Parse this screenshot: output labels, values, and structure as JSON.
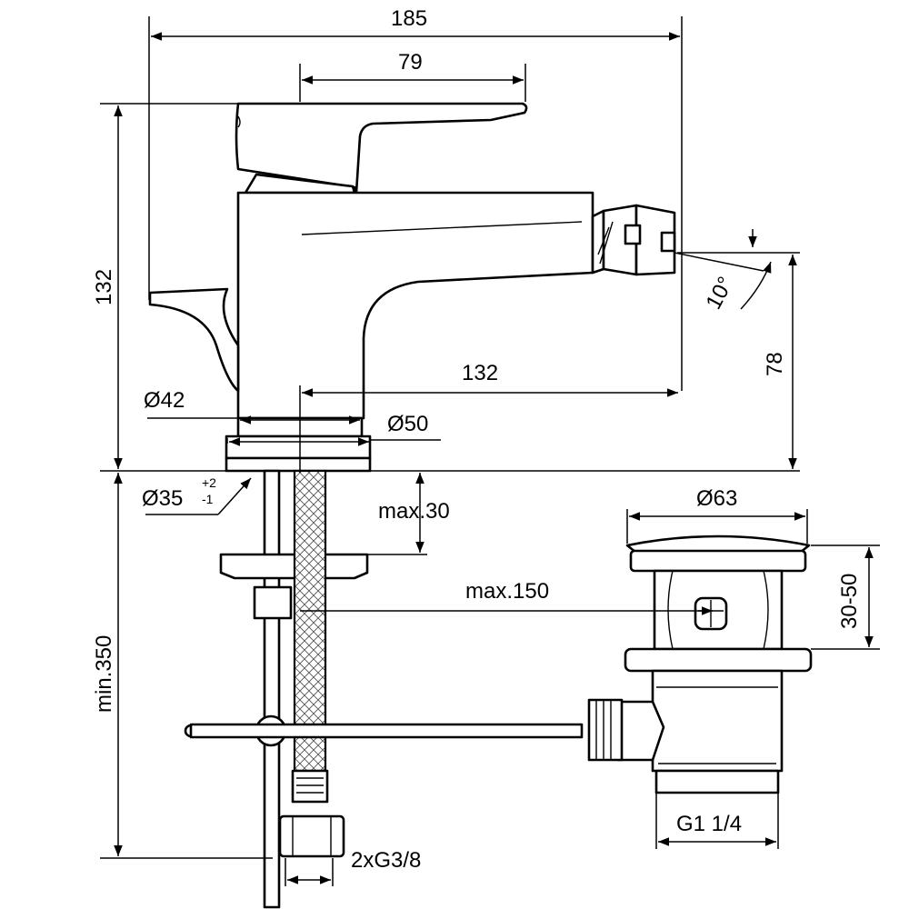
{
  "dimensions": {
    "overall_width": "185",
    "handle_length": "79",
    "height": "132",
    "spout_reach": "132",
    "nozzle_height": "78",
    "nozzle_angle": "10°",
    "spout_diameter": "Ø42",
    "base_diameter": "Ø50",
    "hole_diameter": "Ø35",
    "hole_tol_plus": "+2",
    "hole_tol_minus": "-1",
    "deck_thickness": "max.30",
    "min_connection_length": "min.350",
    "rod_reach": "max.150",
    "waste_diameter": "Ø63",
    "waste_adjust": "30-50",
    "waste_thread": "G1 1/4",
    "hose_thread": "2xG3/8"
  },
  "colors": {
    "line": "#000000",
    "background": "#ffffff"
  }
}
